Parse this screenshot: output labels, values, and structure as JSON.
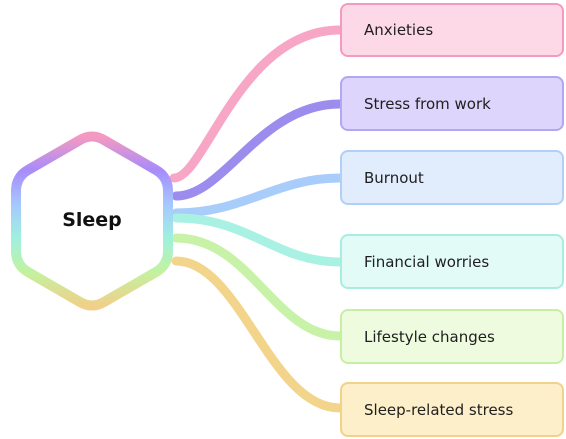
{
  "center": {
    "label": "Sleep",
    "gradient": [
      "#f49ac1",
      "#a78bfa",
      "#a5c8ff",
      "#9ff0df",
      "#c2f2a0",
      "#f0d08a"
    ]
  },
  "branches": [
    {
      "label": "Anxieties",
      "line_color": "#f7a6c6",
      "fill": "#fdd8e7",
      "border": "#f49ac1"
    },
    {
      "label": "Stress from work",
      "line_color": "#9b8ced",
      "fill": "#ddd5fb",
      "border": "#b3a6f2"
    },
    {
      "label": "Burnout",
      "line_color": "#a9cdfb",
      "fill": "#e1ecfd",
      "border": "#b2d0f7"
    },
    {
      "label": "Financial worries",
      "line_color": "#a9f1e2",
      "fill": "#e2fbf6",
      "border": "#a9ede0"
    },
    {
      "label": "Lifestyle changes",
      "line_color": "#c7f2a8",
      "fill": "#eefbdf",
      "border": "#c6efa6"
    },
    {
      "label": "Sleep-related stress",
      "line_color": "#f2d48b",
      "fill": "#fdefc9",
      "border": "#f0d28a"
    }
  ]
}
